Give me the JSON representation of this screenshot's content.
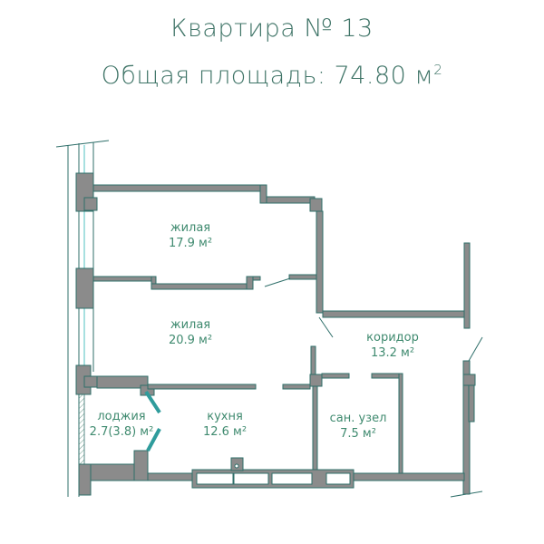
{
  "header": {
    "apartment_title": "Квартира № 13",
    "area_label": "Общая площадь: 74.80 м",
    "area_superscript": "2"
  },
  "rooms": [
    {
      "name": "жилая",
      "area": "17.9 м²"
    },
    {
      "name": "жилая",
      "area": "20.9 м²"
    },
    {
      "name": "коридор",
      "area": "13.2 м²"
    },
    {
      "name": "лоджия",
      "area": "2.7(3.8) м²"
    },
    {
      "name": "кухня",
      "area": "12.6 м²"
    },
    {
      "name": "сан. узел",
      "area": "7.5 м²"
    }
  ],
  "colors": {
    "text": "#3f7467",
    "wall": "#8b8b8b",
    "outline": "#2f6f6a"
  }
}
